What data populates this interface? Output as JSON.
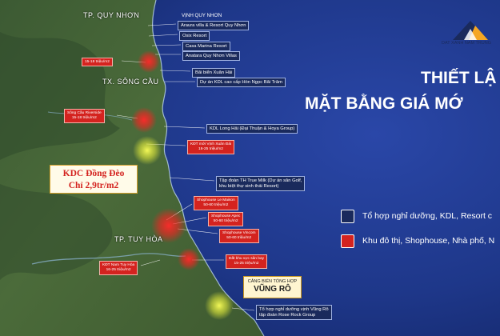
{
  "title": {
    "line1": "THIẾT LẬ",
    "line2": "MẶT BẰNG GIÁ MỚ"
  },
  "logo": {
    "text": "DAT XANH NAM TRUNG",
    "icon": "dat-xanh-logo-icon"
  },
  "cities": {
    "quy_nhon": "TP. QUY NHƠN",
    "song_cau": "TX. SÔNG CẦU",
    "tuy_hoa": "TP. TUY HÒA"
  },
  "places": [
    {
      "text": "VỊNH QUY NHƠN"
    },
    {
      "text": "Araura villa & Resort Quy Nhơn"
    },
    {
      "text": "Osix Resort"
    },
    {
      "text": "Casa Marina Resort"
    },
    {
      "text": "Anatara Quy Nhơn Villas"
    },
    {
      "text": "Bãi biển Xuân Hải"
    },
    {
      "text": "Dự án KDL cao cấp Hòn Ngọc Bãi Trâm"
    },
    {
      "text": "KDL Long Hải (Đại Thuận & Hoya Group)"
    },
    {
      "line1": "Tập đoàn TH True Milk (Dự án sân Golf,",
      "line2": "khu biệt thự sinh thái Resort)"
    },
    {
      "line1": "Tổ hợp nghỉ dưỡng vịnh Vũng Rô",
      "line2": "tập đoàn Rose Rock Group"
    }
  ],
  "price_labels": [
    {
      "line1": "15-18 triệu/m2"
    },
    {
      "line1": "Sông Cầu Riverside",
      "line2": "15-18 triệu/m2"
    },
    {
      "line1": "KĐT mới Vịnh Xuân Đài",
      "line2": "16-25 triệu/m2"
    },
    {
      "line1": "Shophouse Le Maison",
      "line2": "50-60 triệu/m2"
    },
    {
      "line1": "Shophouse Apec",
      "line2": "50-60 triệu/m2"
    },
    {
      "line1": "Shophouse Vincom",
      "line2": "50-60 triệu/m2"
    },
    {
      "line1": "KĐT Nam Tuy Hòa",
      "line2": "16-25 triệu/m2"
    },
    {
      "line1": "Đất khu vực sân bay",
      "line2": "15-25 triệu/m2"
    }
  ],
  "kdc": {
    "line1": "KDC Đồng Đèo",
    "line2": "Chỉ 2,9tr/m2"
  },
  "port": {
    "line1": "CẢNG BIỂN TỔNG HỢP",
    "line2": "VŨNG RÔ"
  },
  "legend": [
    {
      "text": "Tổ hợp nghỉ dưỡng, KDL, Resort c",
      "color": "#1a2a5c"
    },
    {
      "text": "Khu đô thị, Shophouse, Nhà phố, N",
      "color": "#d4231f"
    }
  ],
  "colors": {
    "ocean": "#1b2f7a",
    "resort": "#1a2a5c",
    "urban": "#d4231f",
    "highlight": "#f2e23a"
  }
}
